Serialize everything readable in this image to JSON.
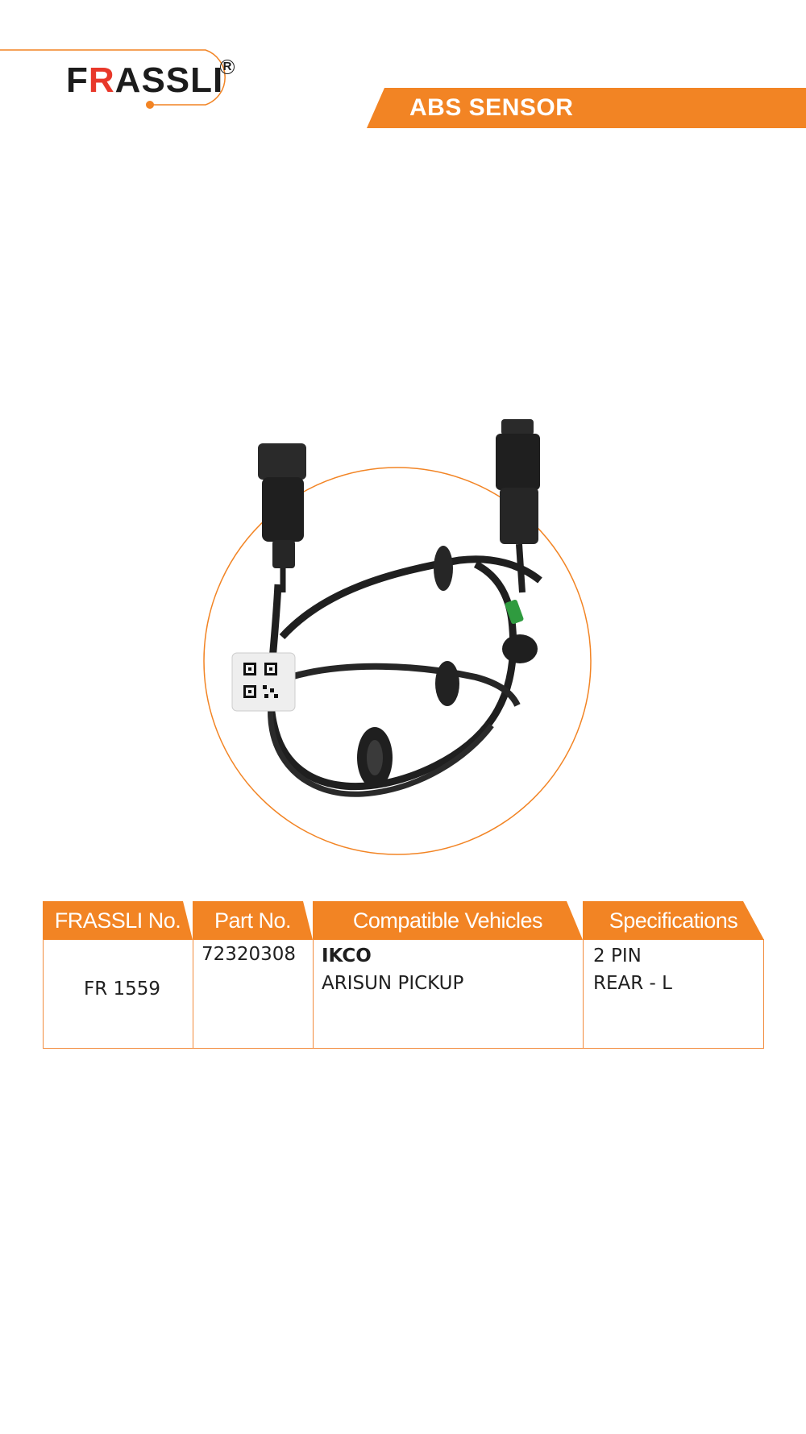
{
  "brand": {
    "logo_text_part1": "F",
    "logo_text_red": "R",
    "logo_text_part2": "ASSLI",
    "registered_mark": "R",
    "accent_color": "#f28424",
    "logo_red": "#e8382a"
  },
  "banner": {
    "title": "ABS SENSOR"
  },
  "product": {
    "icon": "abs-sensor-cable-image"
  },
  "table": {
    "headers": [
      "FRASSLI No.",
      "Part No.",
      "Compatible Vehicles",
      "Specifications"
    ],
    "row": {
      "frassli_no": "FR 1559",
      "part_no": "72320308",
      "vehicle_make": "IKCO",
      "vehicle_model": "ARISUN PICKUP",
      "spec_1": "2 PIN",
      "spec_2": "REAR - L"
    }
  }
}
